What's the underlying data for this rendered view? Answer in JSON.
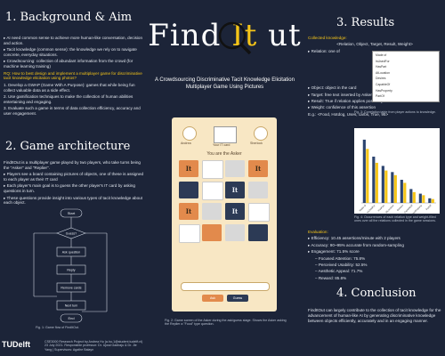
{
  "s1": {
    "title": "1. Background & Aim",
    "p1": "▸ AI need common sense to achieve more human-like conversation, decision and action.",
    "p2": "▸ Tacit knowledge (common sense): the knowledge we rely on to navigate concrete, everyday situations.",
    "p3": "▸ Crowdsourcing: collection of abundant information from the crowd (for machine learning training)",
    "q": "RQ: How to best design and implement a multiplayer game for discriminative tacit knowledge elicitation using photos?",
    "p4": "1. Develop a GWAP (Game With A Purpose): games that while being fun collect valuable data as a side effect.",
    "p5": "2. Use gamification techniques to make the collection of human abilities entertaining and engaging.",
    "p6": "3. Evaluate such a game in terms of data collection efficiency, accuracy and user engagement."
  },
  "s2": {
    "title": "2. Game architecture",
    "p1": "FindItOut is a multiplayer game played by two players, who take turns being the \"Asker\" and \"Replier\".",
    "p2": "▸ Players see a board containing pictures of objects, one of these is assigned to each player as their IT card",
    "p3": "▸ Each player's main goal is to guess the other player's IT card by asking questions in turn.",
    "p4": "▸ These questions provide insight into various types of tacit knowledge about each object."
  },
  "flow": {
    "start": "Start",
    "decision": "Guess?",
    "steps": [
      "Ask question",
      "Reply",
      "Remove cards",
      "Next turn"
    ],
    "end": "End",
    "caption": "Fig. 1: Game flow of FindItOut."
  },
  "footer": {
    "logo": "TUDelft",
    "credits": "CSE3000 Research Project by Andrea Hu (a.hu-1@student.tudelft.nl) 23 July 2021. Responsible professor: Dr. Ujwal Gadiraju & Dr. Jie Yang | Supervisors: Agathe Balayn"
  },
  "poster": {
    "title_a": "Find ",
    "title_it": "It",
    "title_b": " ut",
    "subtitle": "A Crowdsourcing Discriminative Tacit Knowledge Elicitation Multiplayer Game Using Pictures"
  },
  "game": {
    "player1": "Andrea",
    "player2": "Sherlock",
    "card_label": "Your IT card",
    "you_are": "You are the Asker",
    "tiles": [
      "It",
      "",
      "",
      "It",
      "",
      "",
      "It",
      "",
      "It",
      "",
      "It",
      "",
      "",
      "",
      "",
      ""
    ],
    "ask_btn": "Ask",
    "guess_btn": "Guess",
    "caption": "Fig. 2: Game screen of the Asker during the ask/guess stage. Shows the Asker asking the Replier a \"Food\" type question."
  },
  "s3": {
    "title": "3. Results",
    "collected": "Collected knowledge:",
    "format": "<Relation, Object, Target, Result, Weight>",
    "relation": "▸ Relation: one of",
    "object": "▸ Object: object in the card",
    "target": "▸ Target: free text inserted by Asker",
    "result": "▸ Result: True if relation applies positively else False",
    "weight": "▸ Weight: confidence of this assertion",
    "example": "E.g.: <Food, Hotdog, Uses, carbs, True, 95>",
    "table_caption": "Fig. 3: Correlation table from player actions to knowledge.",
    "chart_caption": "Fig. 4: Occurrences of each relation type and weight-filled ones over all the relations collected in the game sessions."
  },
  "relations": [
    "Made of",
    "IsUsedFor",
    "HasPart",
    "AtLocation",
    "Desires",
    "CapableOf",
    "HasProperty",
    "PartOf"
  ],
  "eval": {
    "title": "Evaluation:",
    "efficiency": "▸ Efficiency: 10.45 assertions/minute with 2 players",
    "accuracy": "▸ Accuracy: 90~95% accurate from random-sampling",
    "engagement": "▸ Engagement: 71.5% score",
    "sub": [
      "– Focused Attention: 75.8%",
      "– Perceived Usability: 52.5%",
      "– Aesthetic Appeal: 71.7%",
      "– Reward: 85.6%"
    ]
  },
  "s4": {
    "title": "4. Conclusion",
    "text": "FindItOut can largely contribute to the collection of tacit knowledge for the advancement of human-like AI by generating discriminative knowledge between objects efficiently, accurately and in an engaging manner."
  },
  "chart_data": {
    "type": "bar",
    "title": "",
    "xlabel": "",
    "ylabel": "",
    "categories": [
      "Made of",
      "IsUsedFor",
      "HasPart",
      "AtLocation",
      "Desires",
      "CapableOf",
      "HasProperty",
      "PartOf"
    ],
    "series": [
      {
        "name": "",
        "values": [
          82,
          60,
          48,
          40,
          30,
          18,
          12,
          6
        ]
      },
      {
        "name": "",
        "values": [
          70,
          52,
          42,
          36,
          26,
          14,
          10,
          5
        ]
      }
    ],
    "colors": [
      "#2c4470",
      "#f5c518"
    ],
    "ylim": [
      0,
      90
    ]
  }
}
